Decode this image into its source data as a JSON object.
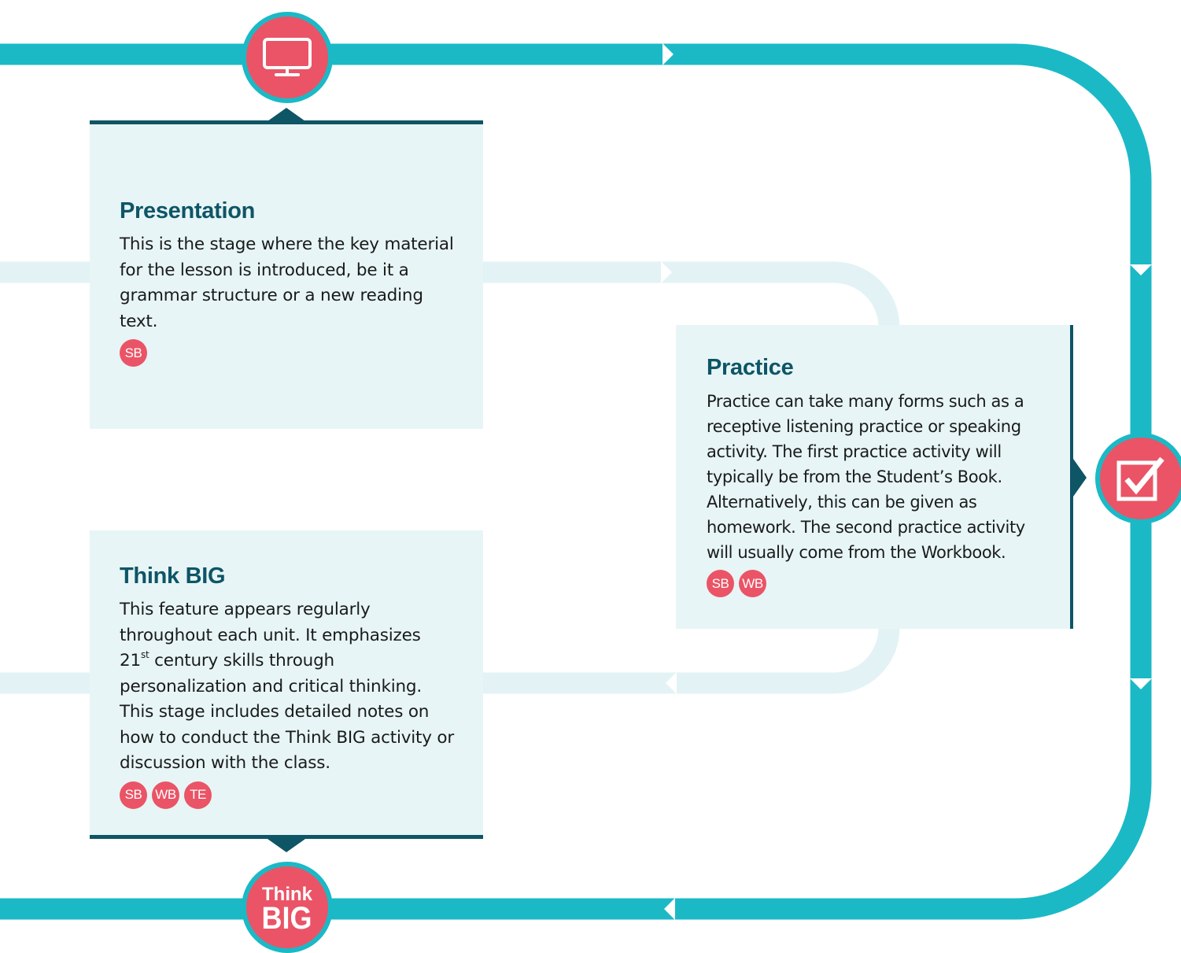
{
  "colors": {
    "track": "#1bb9c6",
    "track_light": "#e3f3f5",
    "accent": "#ea5466",
    "heading": "#0e5566",
    "card_bg": "#e7f5f6"
  },
  "nodes": {
    "presentation_icon": "monitor-icon",
    "practice_icon": "checkbox-icon",
    "thinkbig_logo": {
      "line1": "Think",
      "line2": "BIG"
    }
  },
  "cards": {
    "presentation": {
      "title": "Presentation",
      "text": "This is the stage where the key material for the lesson is introduced, be it a grammar structure or a new reading text.",
      "badges": [
        "SB"
      ]
    },
    "practice": {
      "title": "Practice",
      "text": "Practice can take many forms such as a receptive listening practice or speaking activity. The first practice activity will typically be from the Student’s Book. Alternatively, this can be given as homework. The second practice activity will usually come from the Workbook.",
      "badges": [
        "SB",
        "WB"
      ]
    },
    "thinkbig": {
      "title": "Think BIG",
      "text_before_sup": "This feature appears regularly throughout each unit. It emphasizes 21",
      "sup": "st",
      "text_after_sup": " century skills through personalization and critical thinking. This stage includes detailed notes on how to conduct the Think BIG activity or discussion with the class.",
      "badges": [
        "SB",
        "WB",
        "TE"
      ]
    }
  }
}
